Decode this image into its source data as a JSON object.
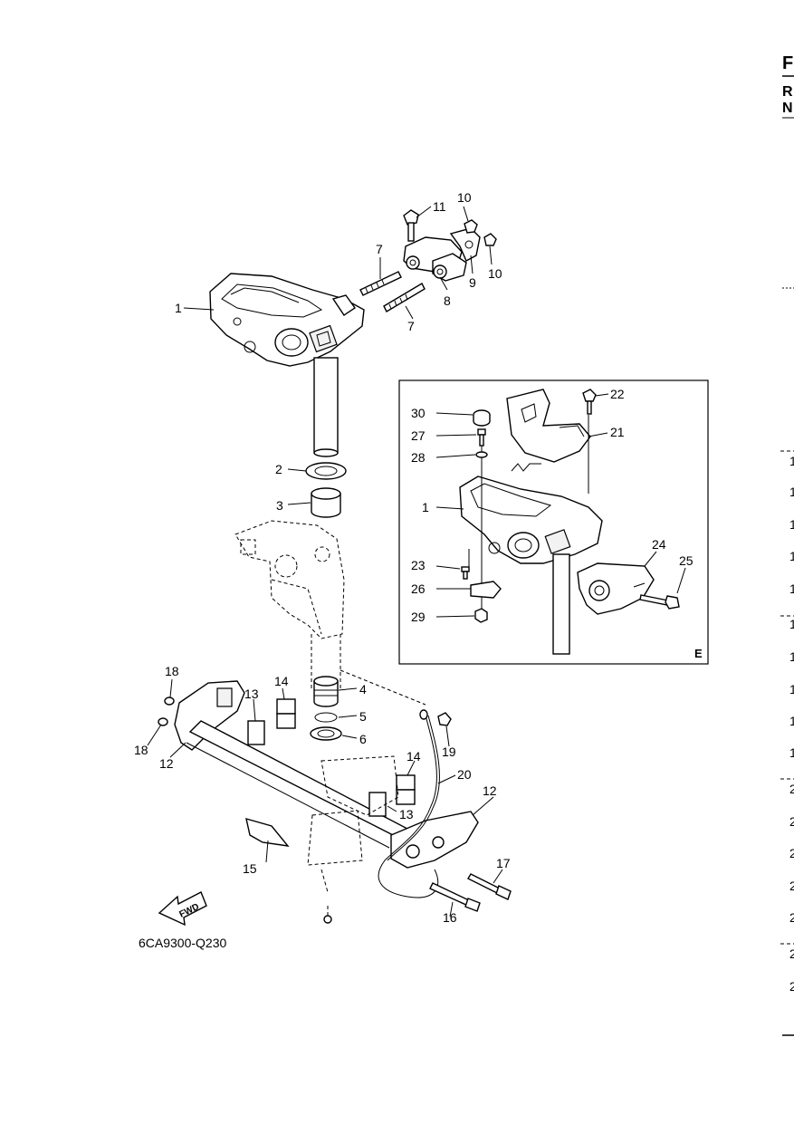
{
  "header": {
    "letters": [
      "F",
      "R",
      "N"
    ]
  },
  "callouts": [
    "1",
    "2",
    "3",
    "4",
    "5",
    "6",
    "7",
    "7",
    "8",
    "9",
    "10",
    "10",
    "11",
    "12",
    "12",
    "13",
    "13",
    "14",
    "14",
    "15",
    "16",
    "17",
    "18",
    "18",
    "19",
    "20"
  ],
  "inset": {
    "callouts": [
      "30",
      "27",
      "28",
      "1",
      "23",
      "26",
      "29",
      "22",
      "21",
      "24",
      "25"
    ],
    "label": "E"
  },
  "fwd_label": "FWD",
  "figure_code": "6CA9300-Q230",
  "side_index": [
    "1",
    "1",
    "1",
    "1",
    "1",
    "1",
    "1",
    "1",
    "1",
    "1",
    "2",
    "2",
    "2",
    "2",
    "2",
    "2",
    "2"
  ]
}
